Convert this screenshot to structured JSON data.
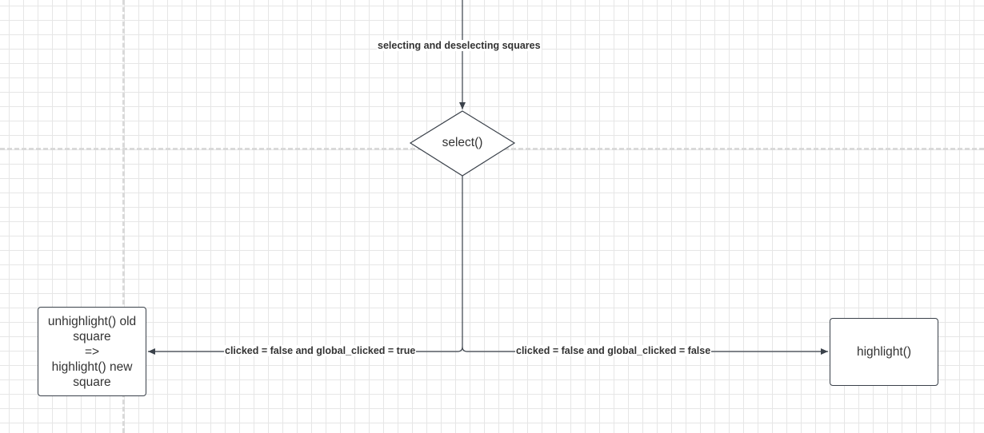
{
  "diagram": {
    "incoming_edge_label": "selecting and deselecting squares",
    "decision_node": {
      "label": "select()"
    },
    "left_node": {
      "label": "unhighlight() old\nsquare\n=>\nhighlight() new\nsquare"
    },
    "right_node": {
      "label": "highlight()"
    },
    "left_edge_label": "clicked = false and global_clicked = true",
    "right_edge_label": "clicked = false and global_clicked = false",
    "colors": {
      "stroke": "#3a414a",
      "text": "#333333",
      "grid": "#e6e6e6",
      "page_guide": "#d9d9d9"
    }
  }
}
